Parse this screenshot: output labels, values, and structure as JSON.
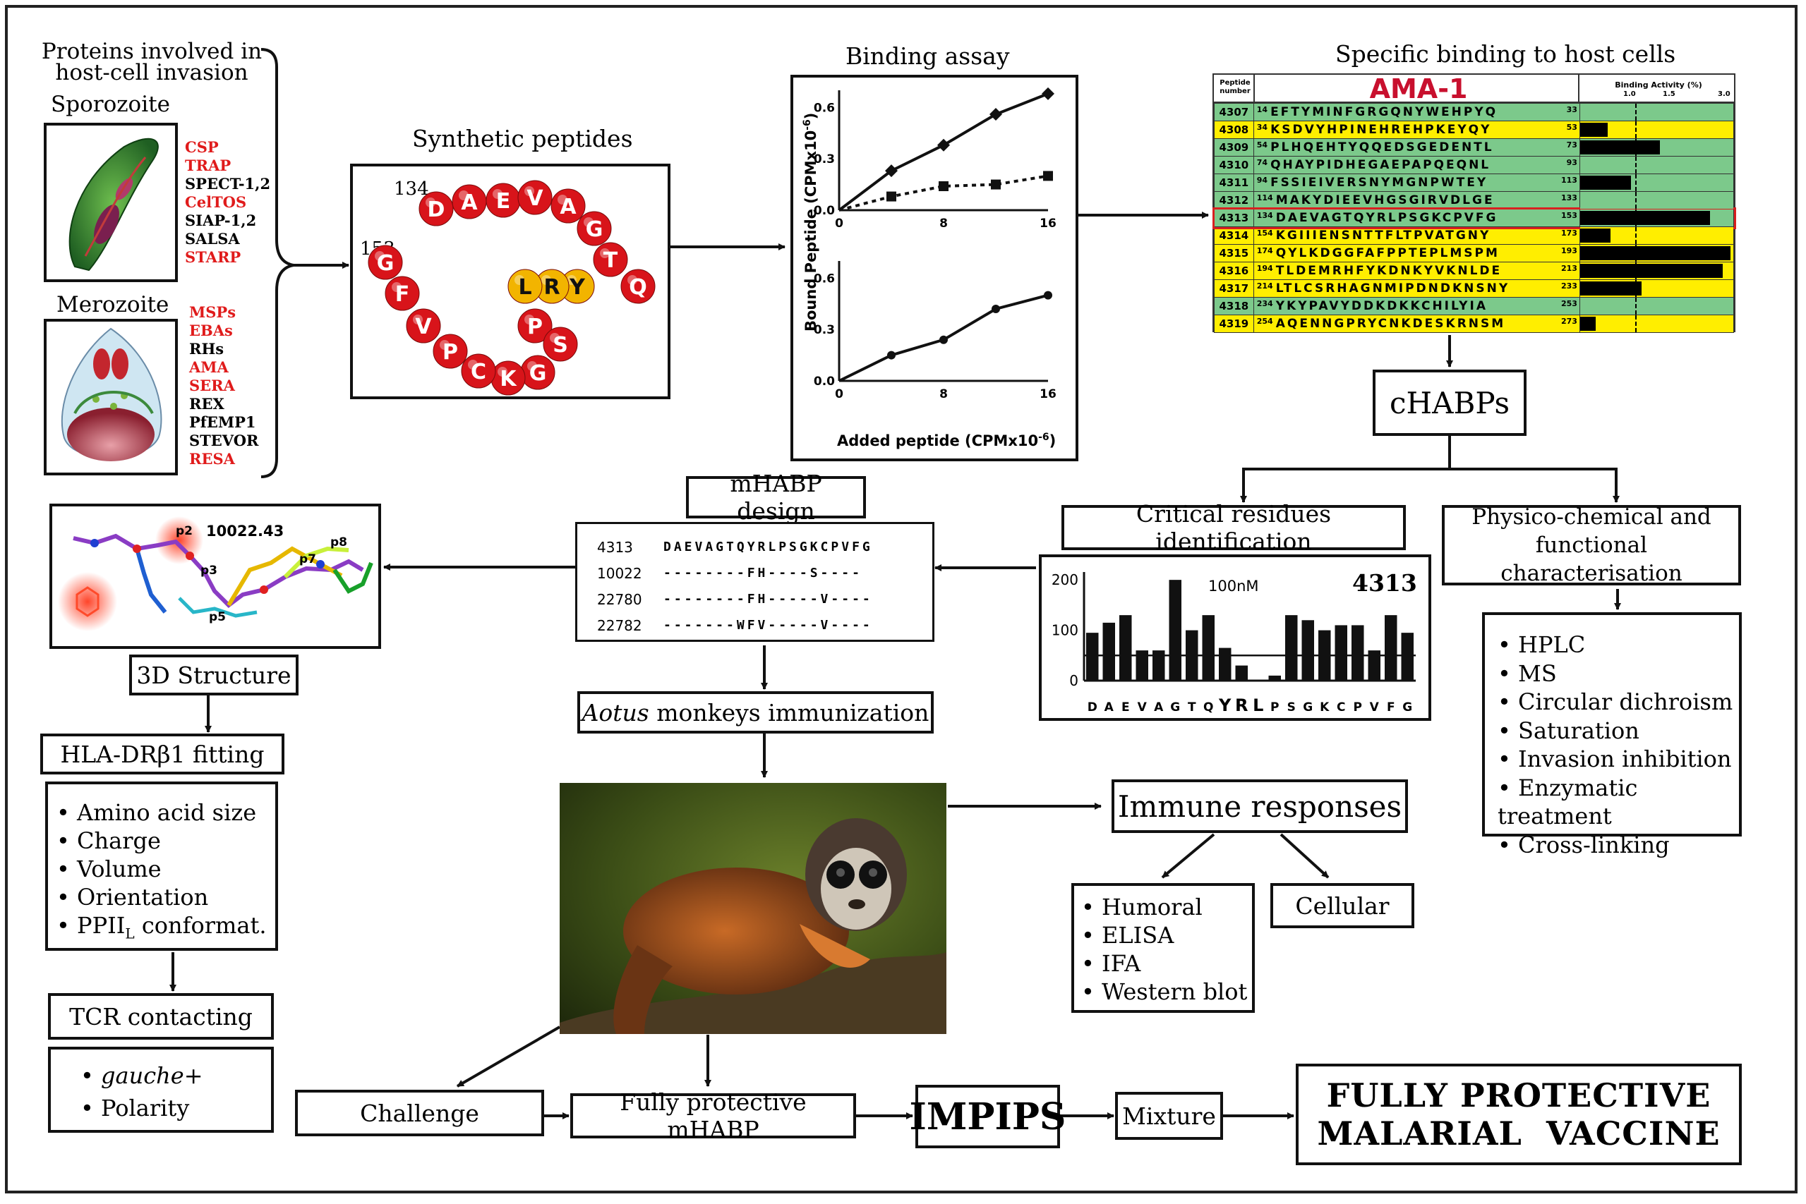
{
  "proteins": {
    "title": [
      "Proteins involved in",
      "host-cell invasion"
    ],
    "sporozoite_label": "Sporozoite",
    "sporozoite_items": [
      {
        "name": "CSP",
        "color": "#e01b1b"
      },
      {
        "name": "TRAP",
        "color": "#e01b1b"
      },
      {
        "name": "SPECT-1,2",
        "color": "#000000"
      },
      {
        "name": "CelTOS",
        "color": "#e01b1b"
      },
      {
        "name": "SIAP-1,2",
        "color": "#000000"
      },
      {
        "name": "SALSA",
        "color": "#000000"
      },
      {
        "name": "STARP",
        "color": "#e01b1b"
      }
    ],
    "merozoite_label": "Merozoite",
    "merozoite_items": [
      {
        "name": "MSPs",
        "color": "#e01b1b"
      },
      {
        "name": "EBAs",
        "color": "#e01b1b"
      },
      {
        "name": "RHs",
        "color": "#000000"
      },
      {
        "name": "AMA",
        "color": "#e01b1b"
      },
      {
        "name": "SERA",
        "color": "#e01b1b"
      },
      {
        "name": "REX",
        "color": "#000000"
      },
      {
        "name": "PfEMP1",
        "color": "#000000"
      },
      {
        "name": "STEVOR",
        "color": "#000000"
      },
      {
        "name": "RESA",
        "color": "#e01b1b"
      }
    ]
  },
  "synthetic": {
    "title": "Synthetic peptides",
    "start_num": "134",
    "end_num": "153",
    "residues": [
      "D",
      "A",
      "E",
      "V",
      "A",
      "G",
      "T",
      "Q",
      "Y",
      "R",
      "L",
      "P",
      "S",
      "G",
      "K",
      "C",
      "P",
      "V",
      "F",
      "G"
    ],
    "critical": [
      "L",
      "R",
      "Y"
    ]
  },
  "binding": {
    "title": "Binding assay",
    "ylabel": "Bound Peptide (CPMx10",
    "ylabel_exp": "-6",
    "xlabel": "Added peptide (CPMx10",
    "xlabel_exp": "-6"
  },
  "chart_data": [
    {
      "type": "line",
      "x": [
        0,
        4,
        8,
        12,
        16
      ],
      "series": [
        {
          "marker": "diamond",
          "line": "solid",
          "values": [
            0,
            0.23,
            0.38,
            0.56,
            0.68
          ]
        },
        {
          "marker": "square",
          "line": "dotted",
          "values": [
            0,
            0.08,
            0.14,
            0.15,
            0.2
          ]
        }
      ],
      "xticks": [
        "0",
        "8",
        "16"
      ],
      "yticks": [
        "0.0",
        "0.3",
        "0.6"
      ],
      "ylim": [
        0,
        0.7
      ],
      "xlim": [
        0,
        16
      ]
    },
    {
      "type": "line",
      "x": [
        0,
        4,
        8,
        12,
        16
      ],
      "series": [
        {
          "marker": "circle",
          "line": "solid",
          "values": [
            0,
            0.15,
            0.24,
            0.42,
            0.5
          ]
        }
      ],
      "xticks": [
        "0",
        "8",
        "16"
      ],
      "yticks": [
        "0.0",
        "0.3",
        "0.6"
      ],
      "ylim": [
        0,
        0.7
      ],
      "xlim": [
        0,
        16
      ]
    },
    {
      "type": "bar",
      "title": "4313",
      "annotation": "100nM",
      "categories": [
        "D",
        "A",
        "E",
        "V",
        "A",
        "G",
        "T",
        "Q",
        "Y",
        "R",
        "L",
        "P",
        "S",
        "G",
        "K",
        "C",
        "P",
        "V",
        "F",
        "G"
      ],
      "values": [
        95,
        115,
        130,
        60,
        60,
        200,
        100,
        130,
        65,
        30,
        0,
        10,
        130,
        120,
        100,
        110,
        110,
        60,
        130,
        95
      ],
      "yticks": [
        "0",
        "100",
        "200"
      ],
      "ylim": [
        0,
        210
      ],
      "reference_line": 50
    }
  ],
  "ama": {
    "title": "Specific binding to host cells",
    "protein": "AMA-1",
    "col_header": [
      "Peptide",
      "number"
    ],
    "activity_header": "Binding Activity (%)",
    "activity_ticks": [
      "1.0",
      "1.5",
      "3.0"
    ],
    "rows": [
      {
        "num": "4307",
        "start": "14",
        "seq": "EFTYMINFGRGQNYWEHPYQ",
        "end": "33",
        "bar": 0.0,
        "color": "#7cc98b"
      },
      {
        "num": "4308",
        "start": "34",
        "seq": "KSDVYHPINEHREHPKEYQY",
        "end": "53",
        "bar": 0.18,
        "color": "#ffee00"
      },
      {
        "num": "4309",
        "start": "54",
        "seq": "PLHQEHTYQQEDSGEDENTL",
        "end": "73",
        "bar": 0.52,
        "color": "#7cc98b"
      },
      {
        "num": "4310",
        "start": "74",
        "seq": "QHAYPIDHEGAEPAPQEQNL",
        "end": "93",
        "bar": 0.0,
        "color": "#7cc98b"
      },
      {
        "num": "4311",
        "start": "94",
        "seq": "FSSIEIVERSNYMGNPWTEY",
        "end": "113",
        "bar": 0.33,
        "color": "#7cc98b"
      },
      {
        "num": "4312",
        "start": "114",
        "seq": "MAKYDIEEVHGSGIRVDLGE",
        "end": "133",
        "bar": 0.0,
        "color": "#7cc98b"
      },
      {
        "num": "4313",
        "start": "134",
        "seq": "DAEVAGTQYRLPSGKCPVFG",
        "end": "153",
        "bar": 0.85,
        "color": "#7cc98b",
        "highlight": true
      },
      {
        "num": "4314",
        "start": "154",
        "seq": "KGIIIENSNTTFLTPVATGNY",
        "end": "173",
        "bar": 0.2,
        "color": "#ffee00"
      },
      {
        "num": "4315",
        "start": "174",
        "seq": "QYLKDGGFAFPPTEPLMSPM",
        "end": "193",
        "bar": 0.98,
        "color": "#ffee00"
      },
      {
        "num": "4316",
        "start": "194",
        "seq": "TLDEMRHFYKDNKYVKNLDE",
        "end": "213",
        "bar": 0.93,
        "color": "#ffee00"
      },
      {
        "num": "4317",
        "start": "214",
        "seq": "LTLCSRHAGNMIPDNDKNSNY",
        "end": "233",
        "bar": 0.4,
        "color": "#ffee00"
      },
      {
        "num": "4318",
        "start": "234",
        "seq": "YKYPAVYDDKDKKCHILYIA",
        "end": "253",
        "bar": 0.0,
        "color": "#7cc98b"
      },
      {
        "num": "4319",
        "start": "254",
        "seq": "AQENNGPRYCNKDESKRNSM",
        "end": "273",
        "bar": 0.1,
        "color": "#ffee00"
      }
    ]
  },
  "labels": {
    "chabps": "cHABPs",
    "critical": "Critical residues identification",
    "physico": [
      "Physico-chemical and",
      "functional characterisation"
    ],
    "mhabp_design": "mHABP design",
    "structure": "3D Structure",
    "hla": "HLA-DRβ1 fitting",
    "tcr": "TCR contacting",
    "aotus_italic": "Aotus",
    "aotus_rest": " monkeys immunization",
    "immune": "Immune responses",
    "cellular": "Cellular",
    "challenge": "Challenge",
    "fully_mhabp": "Fully protective mHABP",
    "impips": "IMPIPS",
    "mixture": "Mixture",
    "vaccine": [
      "FULLY PROTECTIVE",
      "MALARIAL  VACCINE"
    ]
  },
  "molecule": {
    "id": "10022.43",
    "positions": [
      "p2",
      "p3",
      "p5",
      "p7",
      "p8"
    ]
  },
  "design": {
    "rows": [
      {
        "id": "4313",
        "seq": "DAEVAGTQYRLPSGKCPVFG"
      },
      {
        "id": "10022",
        "seq": "--------FH----S----"
      },
      {
        "id": "22780",
        "seq": "--------FH-----V----"
      },
      {
        "id": "22782",
        "seq": "-------WFV-----V----"
      }
    ]
  },
  "lists": {
    "physico": [
      "HPLC",
      "MS",
      "Circular dichroism",
      "Saturation",
      "Invasion inhibition",
      "Enzymatic treatment",
      "Cross-linking"
    ],
    "hla": [
      "Amino acid size",
      "Charge",
      "Volume",
      "Orientation",
      "PPII"
    ],
    "hla_sub": "L",
    "hla_suffix": " conformat.",
    "tcr_italic": "gauche+",
    "tcr_plain": "Polarity",
    "immune": [
      "Humoral",
      "ELISA",
      "IFA",
      "Western blot"
    ]
  },
  "colors": {
    "red": "#e01b1b",
    "green": "#7cc98b",
    "yellow": "#ffee00",
    "gold": "#f2b400"
  }
}
